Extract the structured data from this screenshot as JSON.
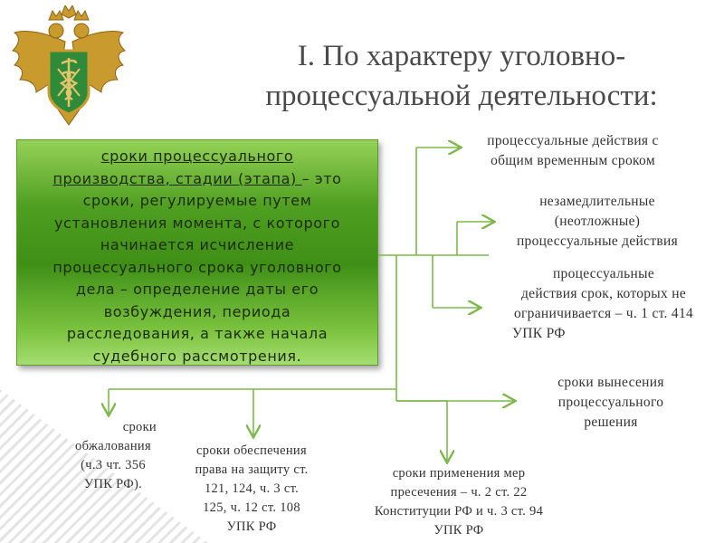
{
  "title": {
    "line1": "I. По характеру уголовно-",
    "line2": "процессуальной деятельности:"
  },
  "definition": {
    "term_line1": "сроки процессуального",
    "term_line2a": "производства, стадии (этапа) ",
    "term_line2b": "– это",
    "line3": "сроки, регулируемые путем",
    "line4": "установления момента, с которого",
    "line5": "начинается исчисление",
    "line6": "процессуального срока уголовного",
    "line7": "дела – определение даты его",
    "line8": "возбуждения, периода",
    "line9": "расследования, а также начала",
    "line10": "судебного рассмотрения."
  },
  "right_items": [
    {
      "lines": [
        "процессуальные действия с",
        "общим временным сроком"
      ]
    },
    {
      "lines": [
        "незамедлительные",
        "(неотложные)",
        "процессуальные действия"
      ]
    },
    {
      "lines": [
        "процессуальные",
        "действия срок, которых не",
        "ограничивается – ч. 1 ст. 414",
        "УПК РФ"
      ]
    },
    {
      "lines": [
        "сроки вынесения",
        "процессуального",
        "решения"
      ]
    }
  ],
  "bottom_items": [
    {
      "lines": [
        "сроки",
        "обжалования",
        "(ч.3 чт. 356",
        "УПК РФ)."
      ]
    },
    {
      "lines": [
        "сроки обеспечения",
        "права на защиту ст.",
        "121, 124, ч. 3 ст.",
        "125, ч. 12 ст. 108",
        "УПК РФ"
      ]
    },
    {
      "lines": [
        "сроки применения мер",
        "пресечения – ч. 2 ст. 22",
        "Конституции РФ и ч. 3 ст. 94",
        "УПК РФ"
      ]
    }
  ],
  "colors": {
    "connector": "#7cb84a",
    "box_green": "#4e9e20",
    "emblem_gold": "#c99a2e",
    "emblem_shield": "#2f8a3a"
  }
}
